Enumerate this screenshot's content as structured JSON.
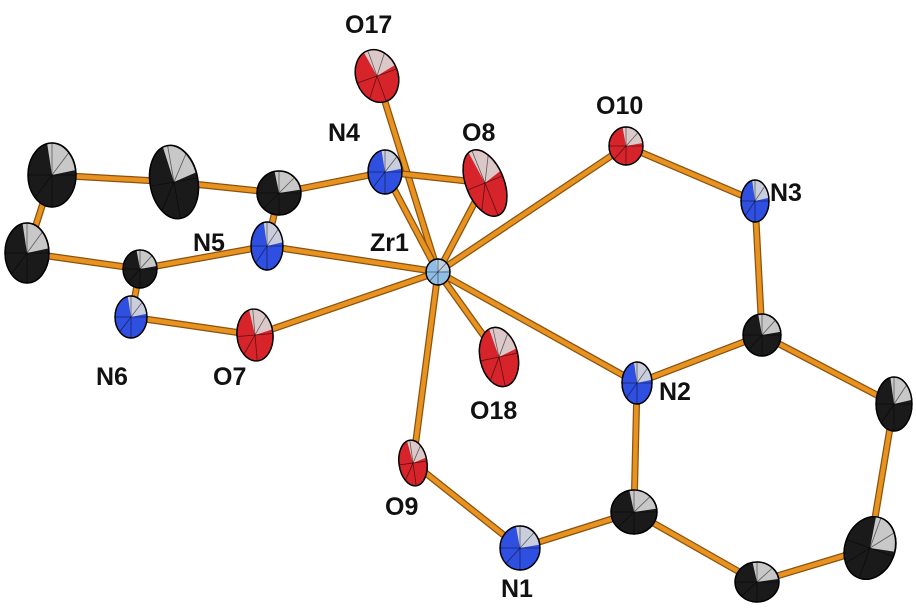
{
  "diagram": {
    "type": "ORTEP molecular structure",
    "central_atom": "Zr1",
    "colors": {
      "bond": "#e8921f",
      "bond_edge": "#8a5210",
      "oxygen": "#d6242a",
      "nitrogen": "#2f4fe0",
      "carbon": "#1a1a1a",
      "zirconium": "#8fbde6",
      "principal_axes": "#dcdcdc"
    },
    "labels": {
      "zr1": "Zr1",
      "o17": "O17",
      "o18": "O18",
      "o8": "O8",
      "o10": "O10",
      "o7": "O7",
      "o9": "O9",
      "n1": "N1",
      "n2": "N2",
      "n3": "N3",
      "n4": "N4",
      "n5": "N5",
      "n6": "N6"
    },
    "bonds": [
      [
        "Zr1",
        "O17"
      ],
      [
        "Zr1",
        "O18"
      ],
      [
        "Zr1",
        "O8"
      ],
      [
        "Zr1",
        "O10"
      ],
      [
        "Zr1",
        "O7"
      ],
      [
        "Zr1",
        "O9"
      ],
      [
        "Zr1",
        "N5"
      ],
      [
        "Zr1",
        "N2"
      ],
      [
        "Zr1",
        "N4"
      ],
      [
        "O10",
        "N3"
      ],
      [
        "N3",
        "C6"
      ],
      [
        "C6",
        "N2"
      ],
      [
        "C6",
        "C7"
      ],
      [
        "C7",
        "C8"
      ],
      [
        "C8",
        "C9"
      ],
      [
        "C9",
        "C10"
      ],
      [
        "C10",
        "C5"
      ],
      [
        "C5",
        "N2"
      ],
      [
        "C5",
        "N1"
      ],
      [
        "N1",
        "O9"
      ],
      [
        "O7",
        "N6"
      ],
      [
        "N6",
        "C11"
      ],
      [
        "C11",
        "N5"
      ],
      [
        "N5",
        "C12"
      ],
      [
        "C12",
        "N4"
      ],
      [
        "N4",
        "O8"
      ],
      [
        "C12",
        "C13"
      ],
      [
        "C13",
        "C14"
      ],
      [
        "C14",
        "C15"
      ],
      [
        "C15",
        "C11"
      ]
    ]
  }
}
